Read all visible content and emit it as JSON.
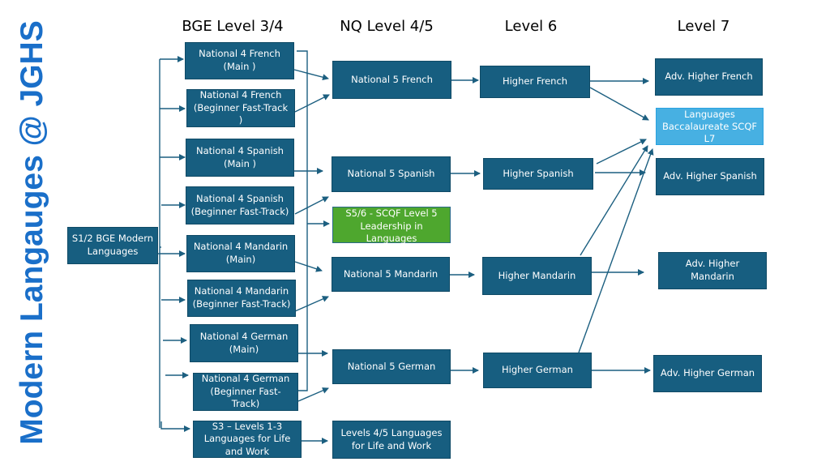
{
  "title": "Modern Langauges @ JGHS",
  "columns": [
    "BGE Level 3/4",
    "NQ Level 4/5",
    "Level 6",
    "Level 7"
  ],
  "colors": {
    "box": "#175e80",
    "box_border": "#0f4a66",
    "leadership": "#4ea72e",
    "baccalaureate": "#47b0e2",
    "title": "#1a6fc9",
    "connector": "#1c5f80"
  },
  "nodes": {
    "s12": "S1/2 BGE Modern\nLanguages",
    "n4_french_main": "National 4 French\n(Main )",
    "n4_french_bft": "National 4 French\n(Beginner Fast-Track\n)",
    "n4_spanish_main": "National 4 Spanish\n(Main )",
    "n4_spanish_bft": "National 4 Spanish\n(Beginner Fast-Track)",
    "n4_mandarin_main": "National 4 Mandarin\n(Main)",
    "n4_mandarin_bft": "National 4 Mandarin\n(Beginner Fast-Track)",
    "n4_german_main": "National 4 German\n(Main)",
    "n4_german_bft": "National 4 German\n(Beginner Fast-\nTrack)",
    "s3_lfw": "S3 – Levels 1-3\nLanguages for Life\nand Work",
    "n5_french": "National 5 French",
    "n5_spanish": "National 5 Spanish",
    "leadership": "S5/6 - SCQF Level 5\nLeadership in\nLanguages",
    "n5_mandarin": "National 5 Mandarin",
    "n5_german": "National 5 German",
    "lfw45": "Levels 4/5 Languages\nfor Life and Work",
    "higher_french": "Higher French",
    "higher_spanish": "Higher Spanish",
    "higher_mandarin": "Higher Mandarin",
    "higher_german": "Higher German",
    "ah_french": "Adv. Higher French",
    "bacc": "Languages\nBaccalaureate SCQF\nL7",
    "ah_spanish": "Adv. Higher Spanish",
    "ah_mandarin": "Adv. Higher\nMandarin",
    "ah_german": "Adv. Higher German"
  }
}
